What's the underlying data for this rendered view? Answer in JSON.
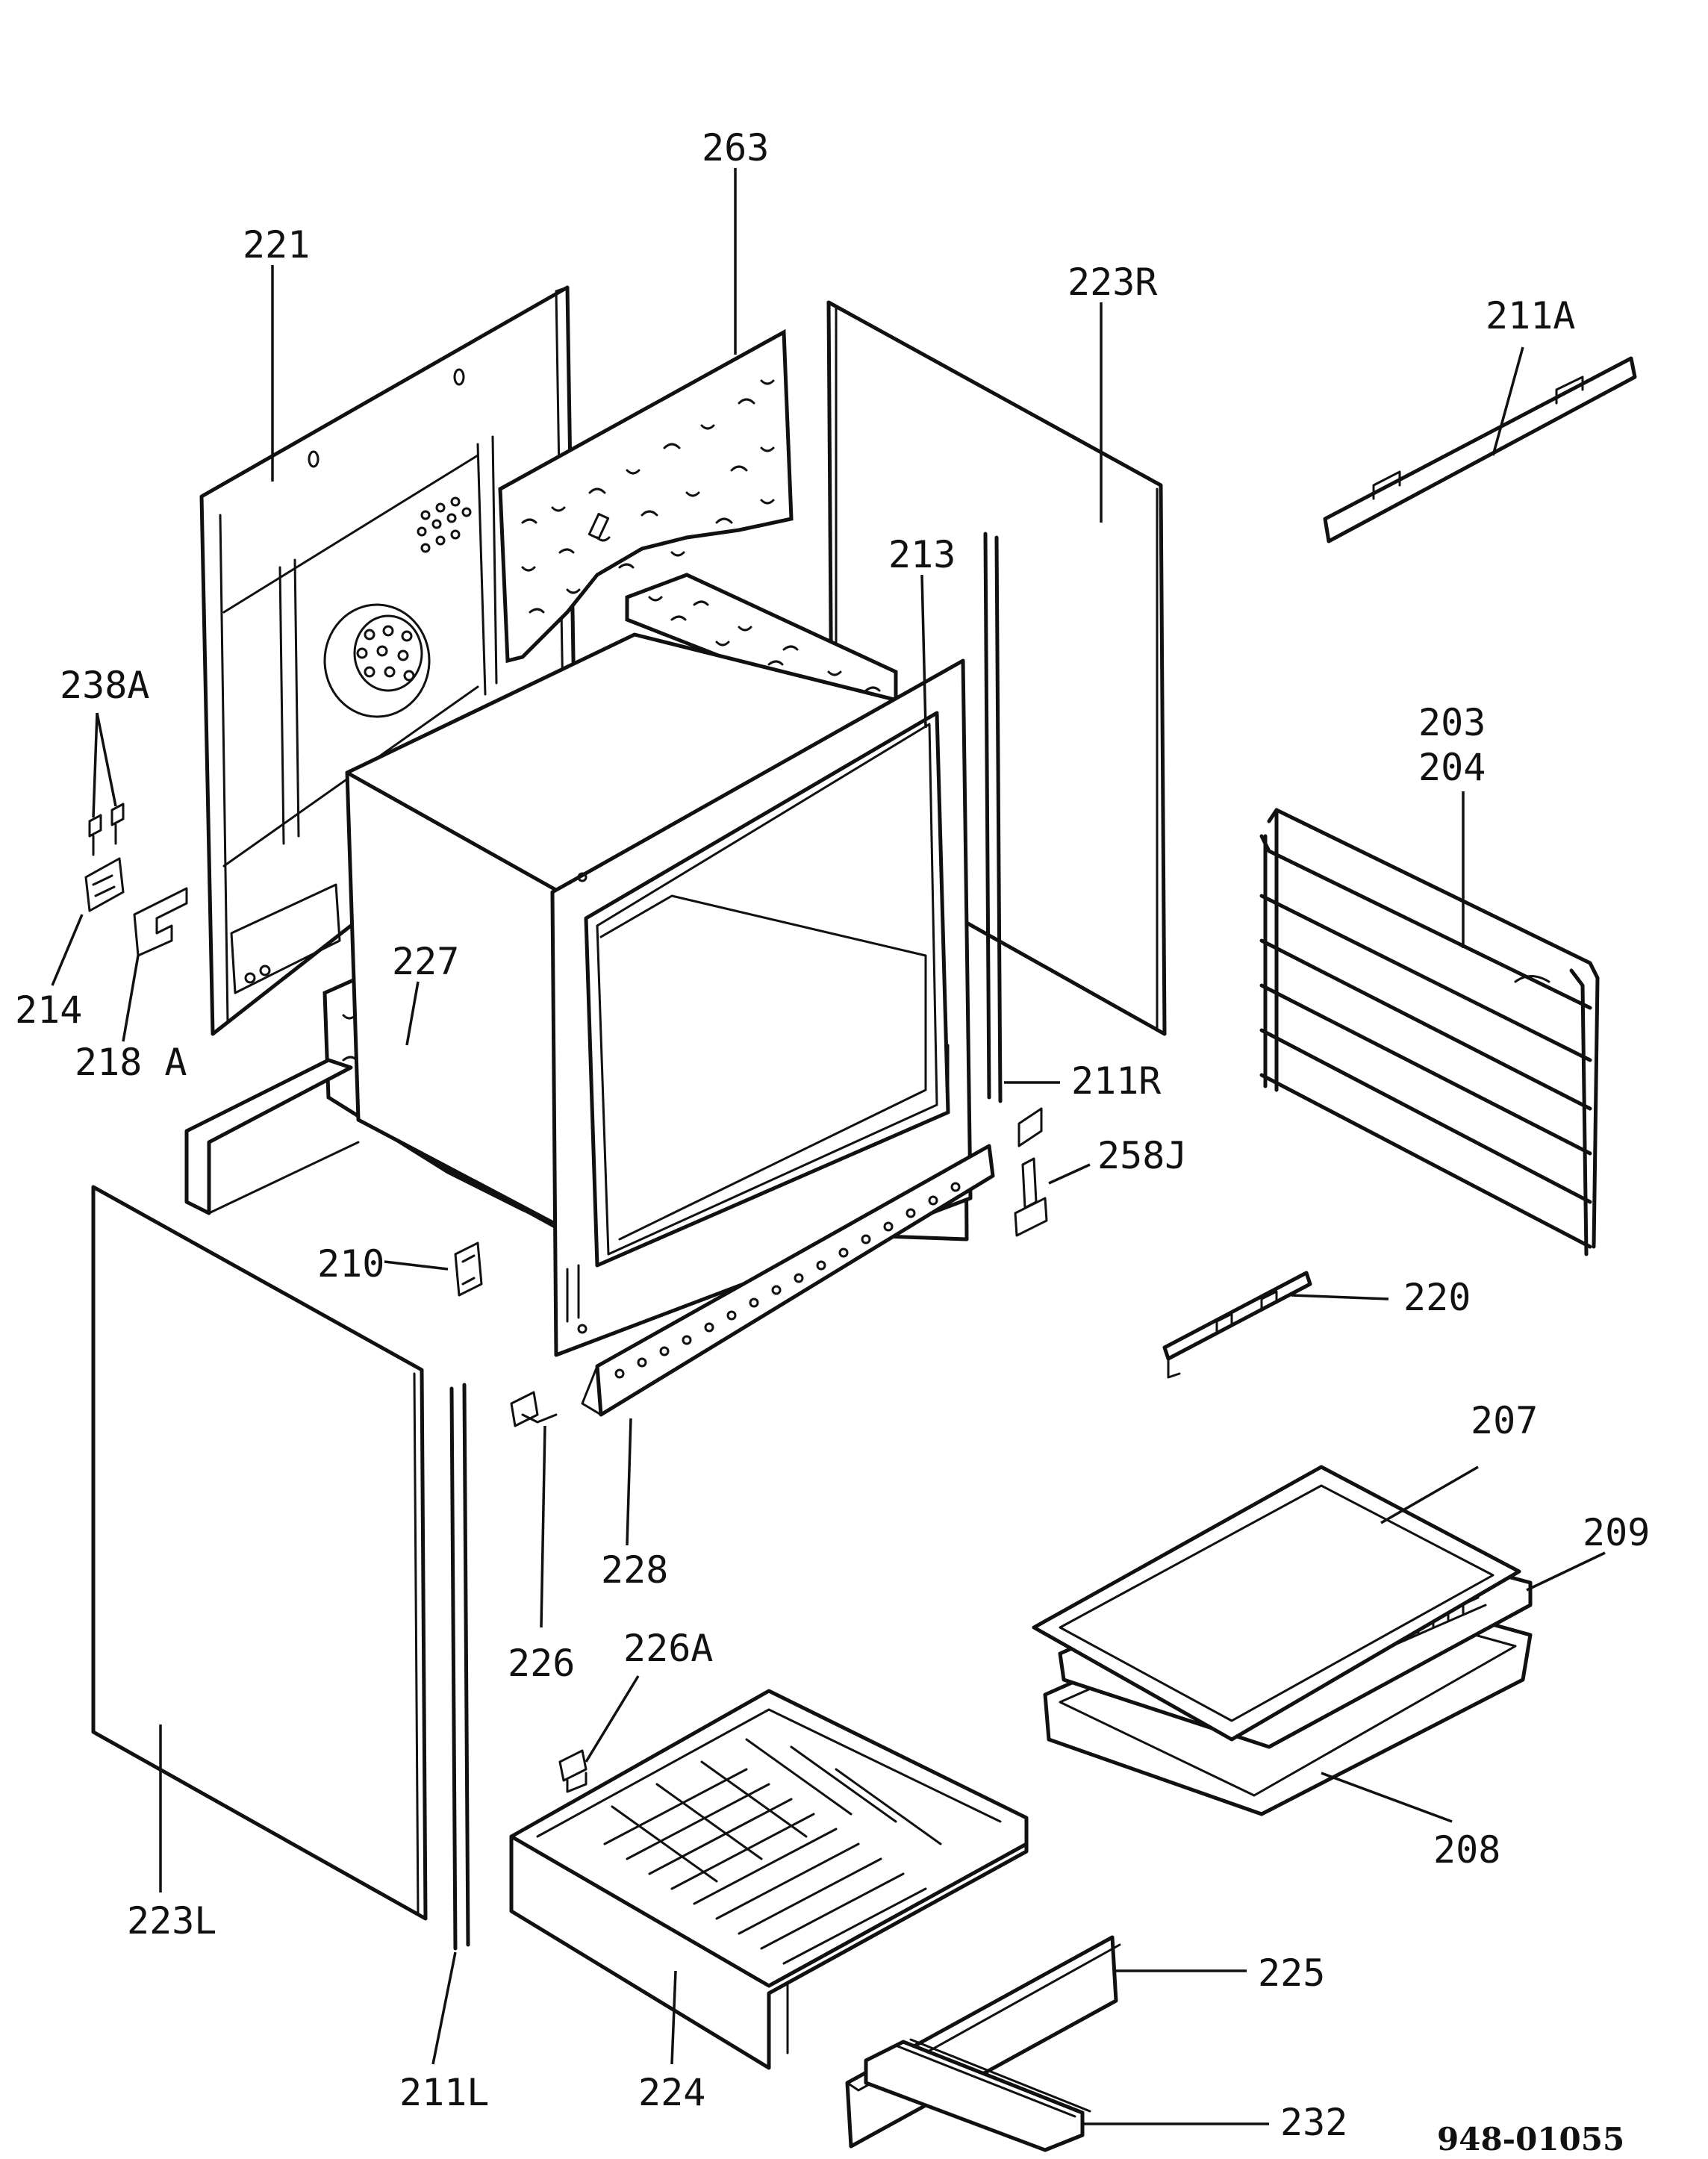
{
  "labels": {
    "l263": "263",
    "l221": "221",
    "l223R": "223R",
    "l211A": "211A",
    "l213": "213",
    "l238A": "238A",
    "l203": "203",
    "l204": "204",
    "l227": "227",
    "l214": "214",
    "l218A": "218 A",
    "l211R": "211R",
    "l258J": "258J",
    "l210": "210",
    "l220": "220",
    "l207": "207",
    "l209": "209",
    "l228": "228",
    "l226": "226",
    "l226A": "226A",
    "l208": "208",
    "l223L": "223L",
    "l225": "225",
    "l211L": "211L",
    "l224": "224",
    "l232": "232"
  },
  "document_number": "948-01055"
}
